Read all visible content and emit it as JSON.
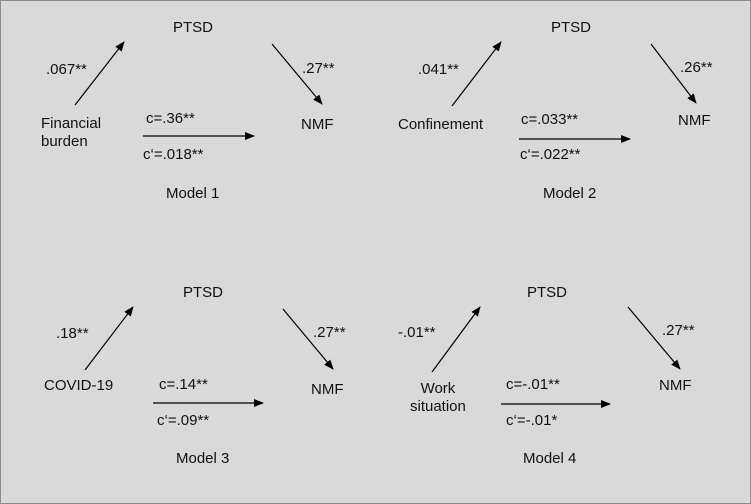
{
  "models": [
    {
      "title": "Model 1",
      "mediator": "PTSD",
      "outcome": "NMF",
      "predictor": "Financial\nburden",
      "path_a": ".067**",
      "path_b": ".27**",
      "c": "c=.36**",
      "c_prime": "c‘=.018**"
    },
    {
      "title": "Model 2",
      "mediator": "PTSD",
      "outcome": "NMF",
      "predictor": "Confinement",
      "path_a": ".041**",
      "path_b": ".26**",
      "c": "c=.033**",
      "c_prime": "c‘=.022**"
    },
    {
      "title": "Model 3",
      "mediator": "PTSD",
      "outcome": "NMF",
      "predictor": "COVID-19",
      "path_a": ".18**",
      "path_b": ".27**",
      "c": "c=.14**",
      "c_prime": "c‘=.09**"
    },
    {
      "title": "Model 4",
      "mediator": "PTSD",
      "outcome": "NMF",
      "predictor": "Work\nsituation",
      "path_a": "-.01**",
      "path_b": ".27**",
      "c": "c=-.01**",
      "c_prime": "c‘=-.01*"
    }
  ],
  "colors": {
    "background": "#d9d9d9",
    "border": "#8c8c8c",
    "line": "#000000"
  }
}
